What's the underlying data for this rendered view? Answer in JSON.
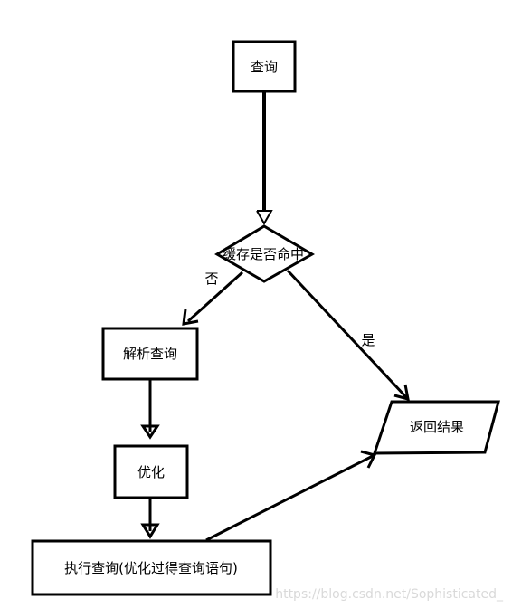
{
  "nodes": {
    "query": "查询",
    "cache_check": "缓存是否命中",
    "parse": "解析查询",
    "optimize": "优化",
    "execute": "执行查询(优化过得查询语句)",
    "return_result": "返回结果"
  },
  "edges": {
    "no": "否",
    "yes": "是"
  },
  "watermark": "https://blog.csdn.net/Sophisticated_"
}
